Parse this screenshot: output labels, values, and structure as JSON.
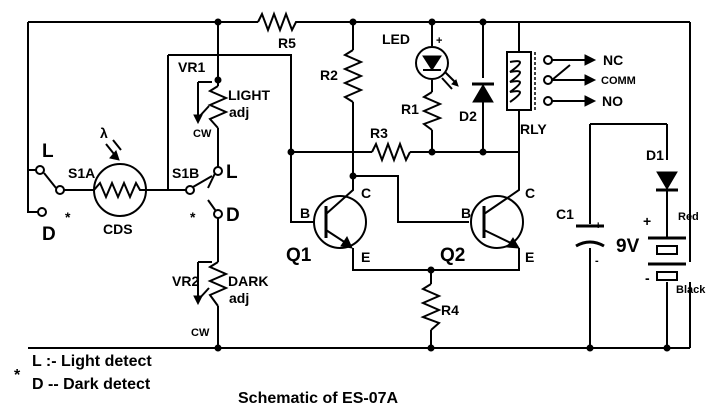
{
  "title": "Schematic of ES-07A",
  "components": {
    "vr1": "VR1",
    "light_adj": "LIGHT",
    "adj1": "adj",
    "cw1": "CW",
    "vr2": "VR2",
    "dark_adj": "DARK",
    "adj2": "adj",
    "cw2": "CW",
    "r1": "R1",
    "r2": "R2",
    "r3": "R3",
    "r4": "R4",
    "r5": "R5",
    "led": "LED",
    "d1": "D1",
    "d2": "D2",
    "rly": "RLY",
    "nc": "NC",
    "comm": "COMM",
    "no": "NO",
    "c1": "C1",
    "battery": "9V",
    "red": "Red",
    "black": "Black",
    "q1": "Q1",
    "q2": "Q2",
    "b": "B",
    "c": "C",
    "e": "E",
    "cds": "CDS",
    "s1a": "S1A",
    "s1b": "S1B",
    "l": "L",
    "d": "D",
    "star": "*",
    "plus": "+",
    "minus": "-",
    "lambda": "λ"
  },
  "legend": {
    "star": "*",
    "line1": "L :- Light detect",
    "line2": "D -- Dark detect"
  }
}
